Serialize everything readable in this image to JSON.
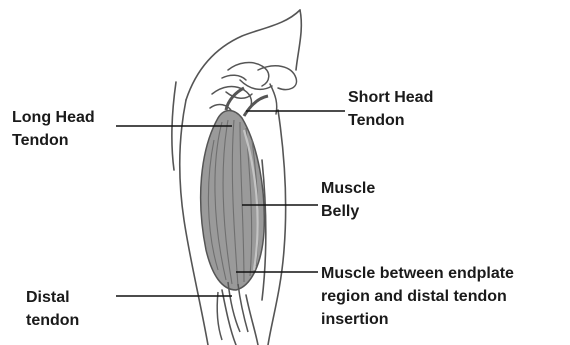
{
  "labels": {
    "long_head_tendon": [
      "Long Head",
      "Tendon"
    ],
    "short_head_tendon": [
      "Short Head",
      "Tendon"
    ],
    "muscle_belly": [
      "Muscle",
      "Belly"
    ],
    "muscle_between": [
      "Muscle between endplate",
      "region and distal tendon",
      "insertion"
    ],
    "distal_tendon": [
      "Distal",
      "tendon"
    ]
  },
  "colors": {
    "outline": "#555555",
    "muscle_fill": "#9a9a9a",
    "muscle_dark": "#6f6f6f",
    "leader_line": "#111111",
    "text": "#1a1a1a"
  }
}
